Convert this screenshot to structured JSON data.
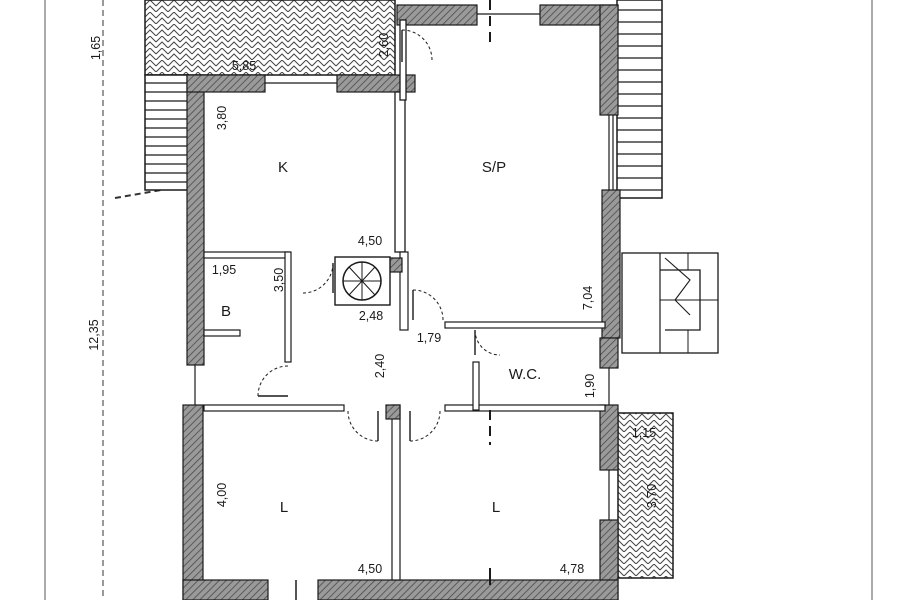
{
  "rooms": {
    "kitchen": "K",
    "living": "S/P",
    "bath": "B",
    "wc": "W.C.",
    "bedroom_left": "L",
    "bedroom_right": "L"
  },
  "dimensions": {
    "d_1_65": "1,65",
    "d_5_85": "5,85",
    "d_2_60": "2,60",
    "d_3_80": "3,80",
    "d_4_50_kitchen": "4,50",
    "d_1_95": "1,95",
    "d_3_50": "3,50",
    "d_2_48": "2,48",
    "d_1_79": "1,79",
    "d_7_04": "7,04",
    "d_12_35": "12,35",
    "d_2_40": "2,40",
    "d_1_90": "1,90",
    "d_1_15": "1,15",
    "d_4_00": "4,00",
    "d_3_70": "3,70",
    "d_4_50_bedroom": "4,50",
    "d_4_78": "4,78"
  }
}
